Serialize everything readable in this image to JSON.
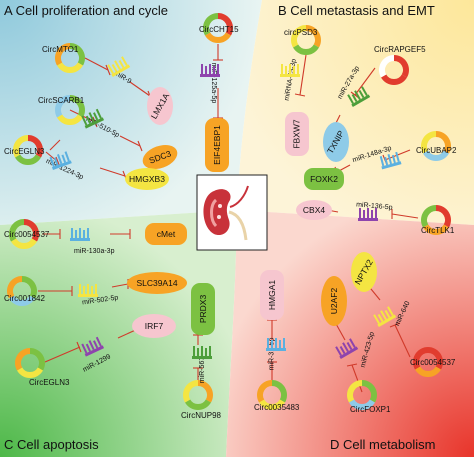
{
  "quadrants": {
    "a": "A  Cell proliferation and cycle",
    "b": "B  Cell metastasis and EMT",
    "c": "C  Cell apoptosis",
    "d": "D  Cell metabolism"
  },
  "circs": {
    "cht15": "CircCHT15",
    "mto1": "CircMTO1",
    "scarb1": "CircSCARB1",
    "egln3_a": "CircEGLN3",
    "psd3": "circPSD3",
    "rapgef5": "CircRAPGEF5",
    "ubap2": "CircUBAP2",
    "tlk1": "CircTLK1",
    "c0054537_c": "Circ0054537",
    "c001842": "Circ001842",
    "egln3_c": "CircEGLN3",
    "nup98": "CircNUP98",
    "c0035483": "Circ0035483",
    "foxp1": "CircFOXP1",
    "c0054537_d": "Circ0054537"
  },
  "mirnas": {
    "m9": "miR-9",
    "m510": "miR-510-5p",
    "m1224": "miR-1224-3p",
    "m125a": "miR-125a-5p",
    "m25": "miRNA-25-3p",
    "m27a": "miR-27a-3p",
    "m148a": "miR-148a-3p",
    "m136": "miR-136-5p",
    "m130a": "miR-130a-3p",
    "m502": "miR-502-5p",
    "m1299": "miR-1299",
    "m567": "miR-567",
    "m31": "miR-31-5p",
    "m423": "miR-423-5p",
    "m640": "miR-640"
  },
  "genes": {
    "lmx1a": "LMX1A",
    "sdc3": "SDC3",
    "hmgxb3": "HMGXB3",
    "eif4ebp1": "EIF4EBP1",
    "fbxw7": "FBXW7",
    "txnip": "TXNIP",
    "foxk2": "FOXK2",
    "cbx4": "CBX4",
    "cmet": "cMet",
    "slc39a14": "SLC39A14",
    "irf7": "IRF7",
    "prdx3": "PRDX3",
    "hmga1": "HMGA1",
    "u2af2": "U2AF2",
    "nptx2": "NPTX2"
  },
  "colors": {
    "quadrant_a": "#cfe6ef",
    "quadrant_b": "#fbe9b6",
    "quadrant_c": "#a9d99b",
    "quadrant_d": "#f26b5b",
    "gene_pink": "#f6c6cf",
    "gene_orange": "#f7a325",
    "gene_yellow": "#f4e542",
    "gene_green": "#7cc142",
    "gene_blue": "#8ecbe8",
    "inhibit": "#d03a2a"
  },
  "icons": [
    "circrna-ring-icon",
    "mirna-comb-icon",
    "inhibition-line",
    "kidney-icon"
  ]
}
